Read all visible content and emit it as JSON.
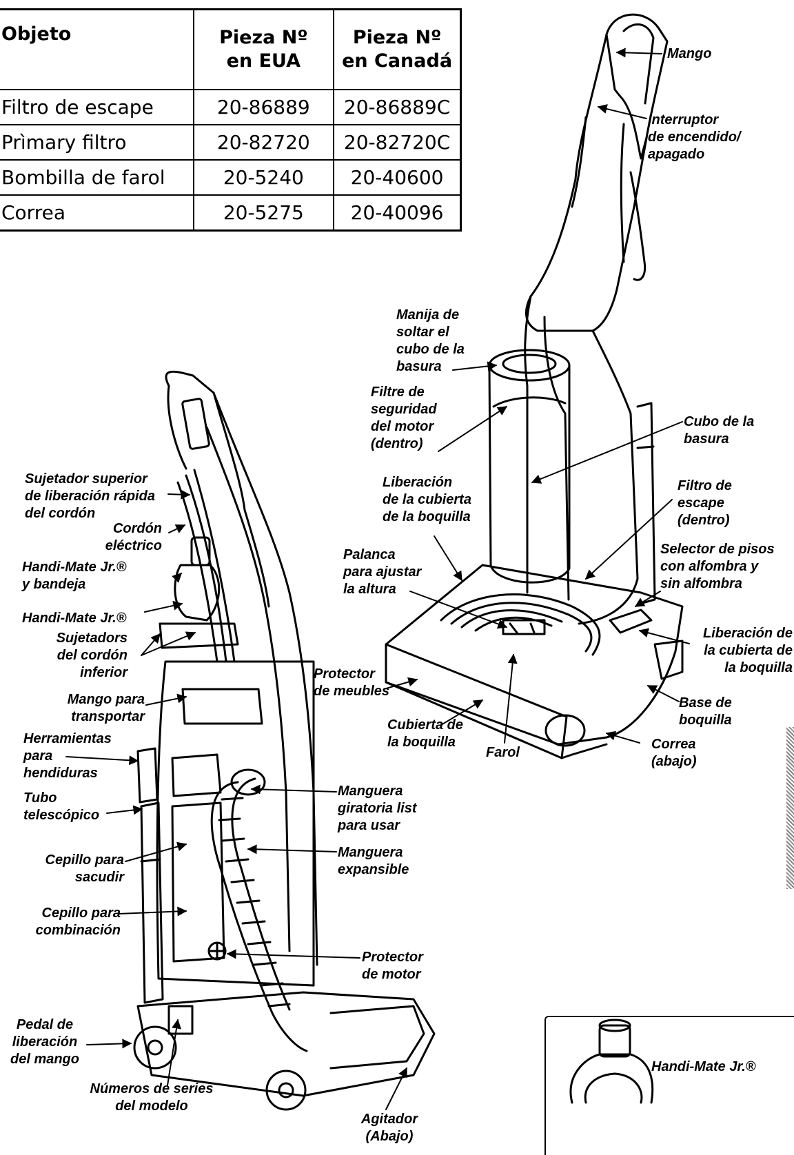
{
  "table": {
    "headers": [
      "Objeto",
      "Pieza Nº\nen EUA",
      "Pieza Nº\nen Canadá"
    ],
    "rows": [
      [
        "Filtro de escape",
        "20-86889",
        "20-86889C"
      ],
      [
        "Prìmary filtro",
        "20-82720",
        "20-82720C"
      ],
      [
        "Bombilla de farol",
        "20-5240",
        "20-40600"
      ],
      [
        "Correa",
        "20-5275",
        "20-40096"
      ]
    ]
  },
  "labels": {
    "mango": "Mango",
    "interruptor": "Interruptor\nde encendido/\napagado",
    "manija_soltar": "Manija de\nsoltar el\ncubo de la\nbasura",
    "filtre_seguridad": "Filtre de\nseguridad\ndel motor\n(dentro)",
    "cubo_basura": "Cubo de la\nbasura",
    "liberacion_cubierta_izq": "Liberación\nde la cubierta\nde la boquilla",
    "filtro_escape": "Filtro de\nescape\n(dentro)",
    "palanca_altura": "Palanca\npara ajustar\nla altura",
    "selector_pisos": "Selector de pisos\ncon alfombra y\nsin alfombra",
    "liberacion_cubierta_der": "Liberación de\nla cubierta de\nla boquilla",
    "protector_muebles": "Protector\nde meubles",
    "base_boquilla": "Base de\nboquilla",
    "cubierta_boquilla": "Cubierta de\nla boquilla",
    "farol": "Farol",
    "correa_abajo": "Correa\n(abajo)",
    "sujetador_superior": "Sujetador superior\nde liberación rápida\ndel cordón",
    "cordon_electrico": "Cordón\neléctrico",
    "handi_bandeja": "Handi-Mate Jr.®\ny bandeja",
    "handi_mate": "Handi-Mate Jr.®",
    "sujetadores_inferior": "Sujetadors\ndel cordón\ninferior",
    "mango_transportar": "Mango para\ntransportar",
    "herramientas": "Herramientas\npara\nhendiduras",
    "tubo": "Tubo\ntelescópico",
    "manguera_giratoria": "Manguera\ngiratoria list\npara usar",
    "cepillo_sacudir": "Cepillo para\nsacudir",
    "manguera_expansible": "Manguera\nexpansible",
    "cepillo_combinacion": "Cepillo para\ncombinación",
    "protector_motor": "Protector\nde motor",
    "pedal": "Pedal de\nliberación\ndel mango",
    "numeros_series": "Números de series\ndel modelo",
    "agitador": "Agitador\n(Abajo)",
    "inset_handi": "Handi-Mate Jr.®"
  }
}
